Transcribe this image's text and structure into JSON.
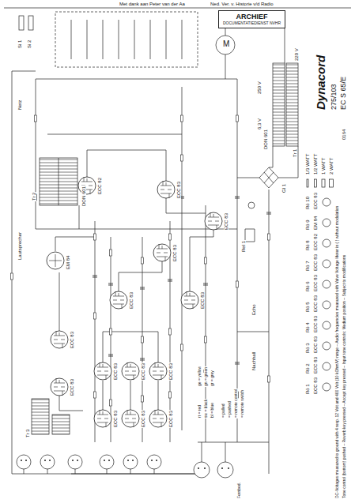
{
  "diagram": {
    "nodes": [
      {
        "text": [
          "ARCHIEF",
          "DOCUMENTATIEDIENST NVHR"
        ]
      }
    ],
    "labels": [
      "Met dank aan Peter van der Aa",
      "Ned. Ver. v. Historie v/d Radio",
      "Dynacord",
      "275/103",
      "EC S 65/E",
      "0164",
      "Rö 1",
      "ECC 83",
      "Rö 2",
      "ECC 83",
      "Rö 3",
      "ECC 83",
      "Rö 4",
      "ECC 83",
      "Rö 5",
      "ECC 83",
      "Rö 6",
      "ECC 83",
      "Rö 7",
      "ECC 83",
      "Rö 8",
      "ECC 82",
      "Rö 9",
      "EM 84",
      "Rö 10",
      "ECC 83",
      "DC-Voltages measured to ground with 4 resp. 12 Volt and 400 Volt (10 kOhm/V) range – Audio frequencies measured with Valve Voltage Meter in ( ) without modulation",
      "Tone control (bottom) pushed – Reverb key pressed – Accept key pressed – Input tone controls: Medium position – Subject to modifications",
      "ECC 83",
      "ECC 83",
      "ECC 83",
      "ECC 83",
      "ECC 83",
      "ECC 83",
      "ECC 83",
      "ECC 83",
      "ECC 83",
      "ECC 83",
      "ECC 83",
      "ECC 82",
      "ECC 83",
      "ECC 83",
      "EM 84",
      "Tr 2",
      "DON 601",
      "M",
      "Tr 1",
      "DON 601",
      "Si 1",
      "Si 2",
      "Gl 1",
      "Rel 1",
      "220 V",
      "250 V",
      "6,3 V",
      "Tr 3",
      "rt = red",
      "sw = black",
      "bl = blue",
      "ge = yellow",
      "gn = green",
      "gr = grey",
      "= pulled",
      "= pushed",
      "= remote control",
      "= remote switch",
      "Nachhall",
      "Lautsprecher",
      "Netz",
      "Fernbed.",
      "Echo"
    ],
    "legend": [
      {
        "text": "1/3 WATT"
      },
      {
        "text": "1/2 WATT"
      },
      {
        "text": "1 WATT"
      },
      {
        "text": "2 WATT"
      }
    ]
  }
}
